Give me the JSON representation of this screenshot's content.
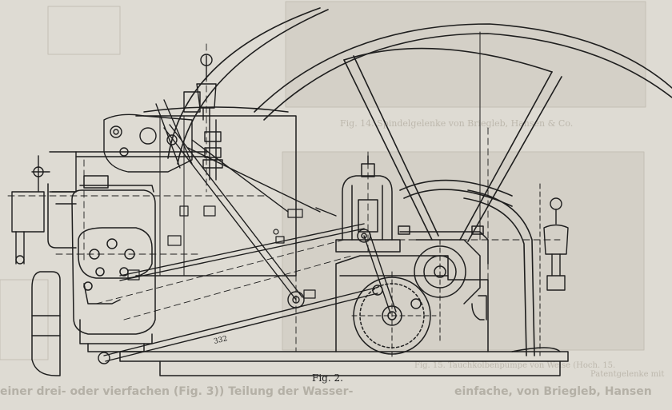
{
  "figure": {
    "caption": "Fig. 2.",
    "part_label": "332"
  },
  "bleed_through": {
    "fig14_caption": "Fig. 14. Spindelgelenke von Briegleb, Hansen & Co.",
    "fig15_caption": "Fig. 15. Tauchkolbenpumpe von Weise (Hoch. 15.",
    "fig_side_caption": "Patentgelenke mit",
    "footer_left": "einer drei- oder vierfachen (Fig. 3)) Teilung der Wasser-",
    "footer_right": "einfache, von Briegleb, Hansen"
  },
  "colors": {
    "paper": "#dedbd3",
    "ink": "#1e1e1e",
    "ghost_ink": "#bdb8ad"
  }
}
